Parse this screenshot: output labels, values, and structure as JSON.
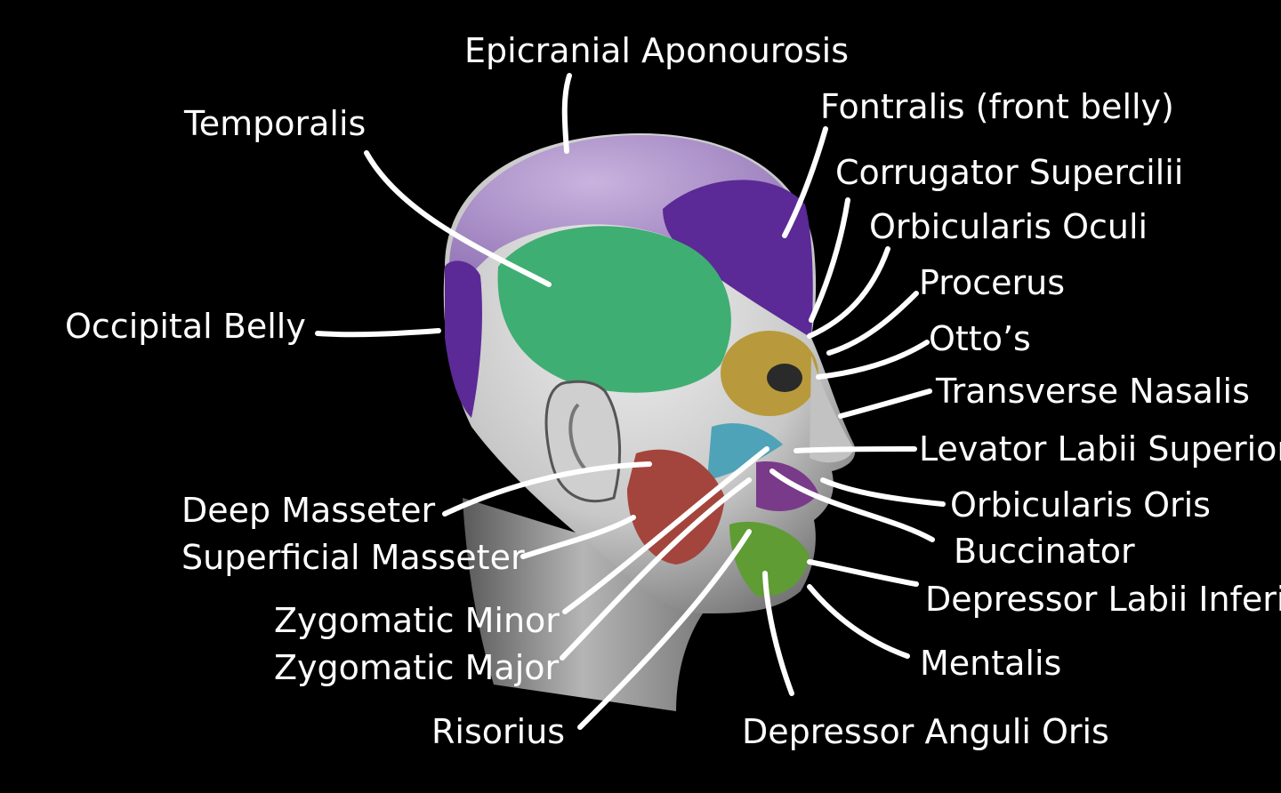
{
  "diagram": {
    "labels": {
      "epicranial_aponeurosis": "Epicranial Aponourosis",
      "temporalis": "Temporalis",
      "fontralis": "Fontralis (front belly)",
      "corrugator_supercilii": "Corrugator Supercilii",
      "orbicularis_oculi": "Orbicularis Oculi",
      "procerus": "Procerus",
      "ottos": "Otto’s",
      "transverse_nasalis": "Transverse Nasalis",
      "occipital_belly": "Occipital Belly",
      "levator_labii_superior": "Levator Labii Superior",
      "orbicularis_oris": "Orbicularis Oris",
      "buccinator": "Buccinator",
      "deep_masseter": "Deep Masseter",
      "superficial_masseter": "Superficial Masseter",
      "depressor_labii_inferior": "Depressor Labii Inferio",
      "zygomatic_minor": "Zygomatic Minor",
      "zygomatic_major": "Zygomatic Major",
      "mentalis": "Mentalis",
      "risorius": "Risorius",
      "depressor_anguli_oris": "Depressor Anguli Oris"
    },
    "colors": {
      "background": "#000000",
      "label_text": "#ffffff",
      "aponeurosis": "#a88bc9",
      "frontalis": "#5b2a96",
      "temporalis": "#3fae72",
      "orbicularis_oculi": "#b89a3c",
      "masseter": "#a3453c",
      "mouth_green": "#5f9c34",
      "zygomatic": "#4fa3b8",
      "head": "#d9d9d9"
    }
  }
}
